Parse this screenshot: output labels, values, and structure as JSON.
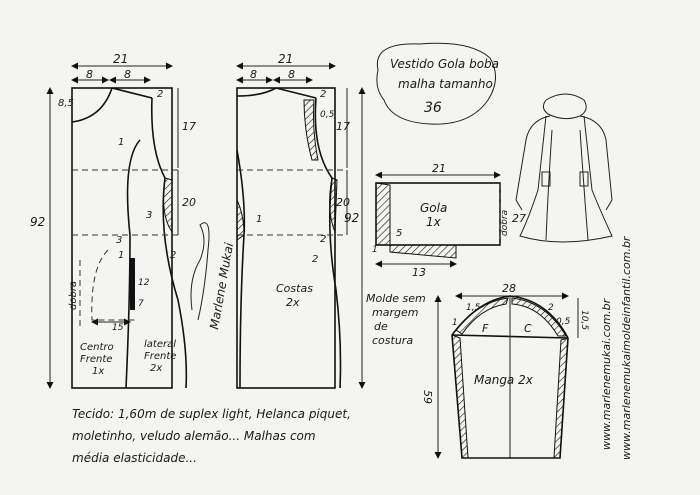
{
  "title": {
    "line1": "Vestido Gola boba",
    "line2": "malha tamanho",
    "size": "36"
  },
  "front": {
    "width": "21",
    "seg_a": "8",
    "seg_b": "8",
    "shoulder_drop": "2",
    "neck_drop": "8,5",
    "height_top": "17",
    "height_mid": "20",
    "total_length": "92",
    "small_1": "1",
    "small_3": "3",
    "small_2": "2",
    "pocket_3": "3",
    "pocket_1": "1",
    "pocket_12": "12",
    "pocket_7": "7",
    "pocket_15": "15",
    "fold": "dobra",
    "piece_center": "Centro\nFrente\n1x",
    "piece_side": "lateral\nFrente\n2x",
    "signature": "Marlene Mukai"
  },
  "back": {
    "width": "21",
    "seg_a": "8",
    "seg_b": "8",
    "shoulder_drop": "2",
    "neck_05": "0,5",
    "height_top": "17",
    "height_mid": "20",
    "total_length": "92",
    "small_1": "1",
    "small_2": "2",
    "small_2b": "2",
    "piece": "Costas\n2x"
  },
  "collar": {
    "width": "21",
    "height": "27",
    "fold": "dobra",
    "small": "5",
    "small_1": "1",
    "bottom": "13",
    "piece": "Gola\n1x"
  },
  "sleeve": {
    "width": "28",
    "cap_left": "1,5",
    "cap_right": "2",
    "left_1": "1",
    "right_05": "0,5",
    "height_left": "59",
    "height_right": "10,5",
    "label_f": "F",
    "label_c": "C",
    "piece": "Manga   2x"
  },
  "seam_note": "Molde sem\nmargem\nde\ncostura",
  "fabric_note": "Tecido: 1,60m de suplex light, Helanca piquet,\nmoletinho, veludo alemão... Malhas com\nmédia elasticidade...",
  "website1": "www.marlenemukai.com.br",
  "website2": "www.marlenemukaimoldeinfantil.com.br"
}
